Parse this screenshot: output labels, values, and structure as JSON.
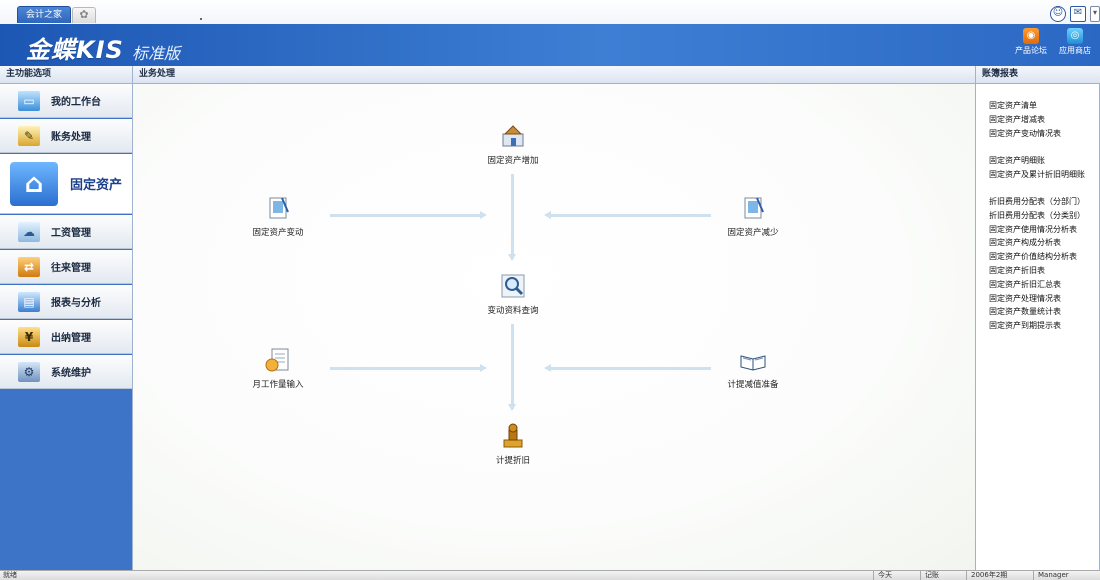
{
  "tabs": {
    "active": "会计之家",
    "new_tab_glyph": "✿"
  },
  "top_icons": [
    {
      "name": "smiley-icon",
      "glyph": "☺"
    },
    {
      "name": "message-icon",
      "glyph": "✉"
    },
    {
      "name": "dropdown-arrow-icon",
      "glyph": "▾"
    }
  ],
  "brand": {
    "name": "金蝶KIS",
    "edition": "标准版"
  },
  "banner_tools": [
    {
      "label": "产品论坛",
      "icon": "forum-icon",
      "glyph": "◉"
    },
    {
      "label": "应用商店",
      "icon": "store-icon",
      "glyph": "◎"
    }
  ],
  "panels": {
    "left_title": "主功能选项",
    "mid_title": "业务处理",
    "right_title": "账簿报表"
  },
  "nav": {
    "items": [
      {
        "label": "我的工作台",
        "icon": "monitor-icon",
        "glyph": "▭",
        "active": false
      },
      {
        "label": "账务处理",
        "icon": "ledger-icon",
        "glyph": "✎",
        "active": false
      },
      {
        "label": "固定资产",
        "icon": "house-icon",
        "glyph": "⌂",
        "active": true
      },
      {
        "label": "工资管理",
        "icon": "salary-icon",
        "glyph": "☁",
        "active": false
      },
      {
        "label": "往来管理",
        "icon": "transactions-icon",
        "glyph": "⇄",
        "active": false
      },
      {
        "label": "报表与分析",
        "icon": "report-icon",
        "glyph": "▤",
        "active": false
      },
      {
        "label": "出纳管理",
        "icon": "cashier-icon",
        "glyph": "¥",
        "active": false
      },
      {
        "label": "系统维护",
        "icon": "maintenance-icon",
        "glyph": "⚙",
        "active": false
      }
    ]
  },
  "workflow": {
    "add": {
      "label": "固定资产增加",
      "icon": "asset-add-icon"
    },
    "change": {
      "label": "固定资产变动",
      "icon": "asset-change-icon"
    },
    "reduce": {
      "label": "固定资产减少",
      "icon": "asset-reduce-icon"
    },
    "query": {
      "label": "变动资料查询",
      "icon": "magnifier-icon"
    },
    "workload": {
      "label": "月工作量输入",
      "icon": "workload-icon"
    },
    "impairment": {
      "label": "计提减值准备",
      "icon": "open-book-icon"
    },
    "depreciation": {
      "label": "计提折旧",
      "icon": "stamp-icon"
    }
  },
  "reports": {
    "group1": [
      "固定资产清单",
      "固定资产增减表",
      "固定资产变动情况表"
    ],
    "group2": [
      "固定资产明细账",
      "固定资产及累计折旧明细账"
    ],
    "group3": [
      "折旧费用分配表（分部门）",
      "折旧费用分配表（分类别）",
      "固定资产使用情况分析表",
      "固定资产构成分析表",
      "固定资产价值结构分析表",
      "固定资产折旧表",
      "固定资产折旧汇总表",
      "固定资产处理情况表",
      "固定资产数量统计表",
      "固定资产到期提示表"
    ]
  },
  "status": {
    "left": "就绪",
    "cells": [
      "今天",
      "记账",
      "2006年2期",
      "Manager"
    ]
  },
  "colors": {
    "banner": "#2b68c4",
    "nav_bg": "#3e74c8",
    "flow_line": "#cfe0ee",
    "active_text": "#1b3f8a"
  }
}
